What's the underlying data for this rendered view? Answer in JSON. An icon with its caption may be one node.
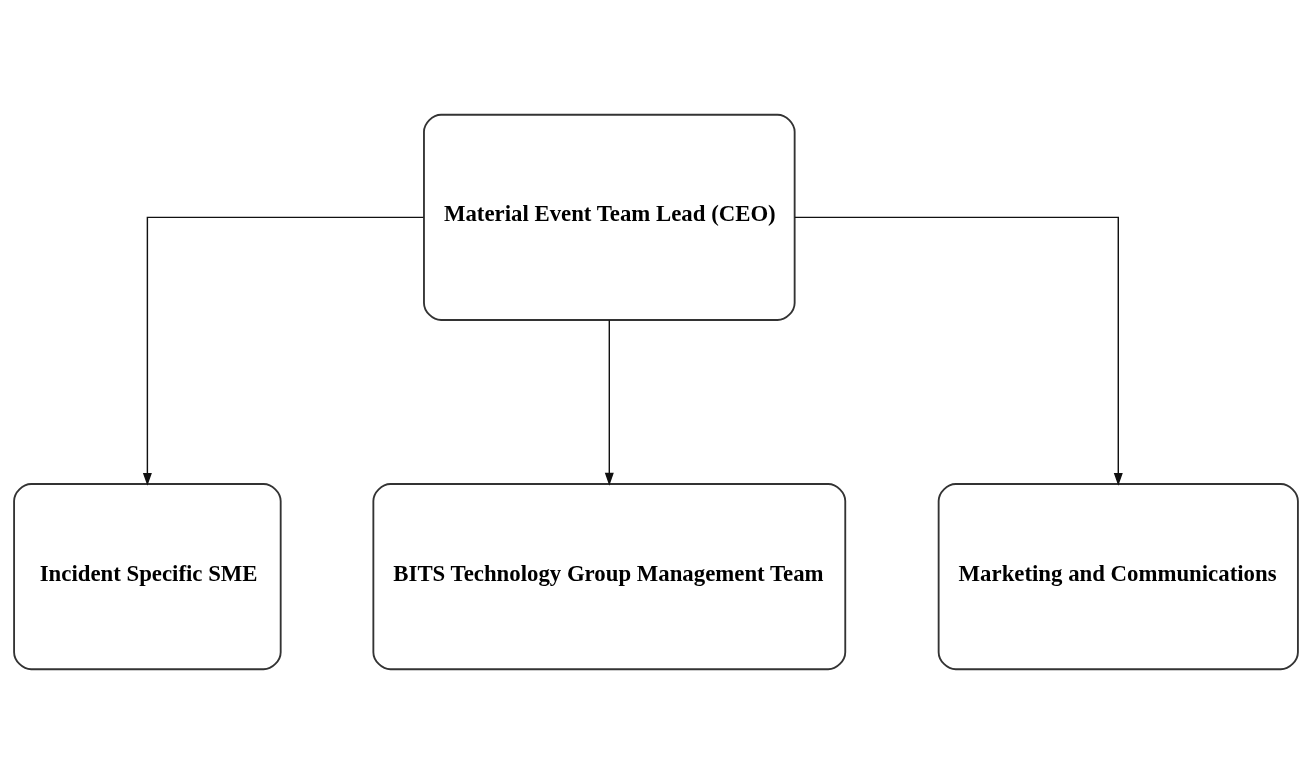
{
  "diagram": {
    "nodes": [
      {
        "text": [
          "Material Event Team Lead (CEO)"
        ]
      },
      {
        "text": [
          "Incident Specific SME"
        ]
      },
      {
        "text": [
          "BITS Technology Group Management Team"
        ]
      },
      {
        "text": [
          "Marketing and Communications"
        ]
      }
    ],
    "edges": [
      {
        "from": 0,
        "to": 1,
        "arrow": "to"
      },
      {
        "from": 0,
        "to": 2,
        "arrow": "to"
      },
      {
        "from": 0,
        "to": 3,
        "arrow": "to"
      }
    ]
  }
}
